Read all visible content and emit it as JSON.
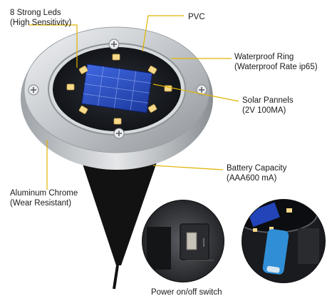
{
  "callouts": {
    "leds": {
      "line1": "8 Strong Leds",
      "line2": "(High Sensitivity)"
    },
    "pvc": {
      "line1": "PVC"
    },
    "ring": {
      "line1": "Waterproof Ring",
      "line2": "(Waterproof Rate ip65)"
    },
    "solar": {
      "line1": "Solar Pannels",
      "line2": "(2V 100MA)"
    },
    "battery": {
      "line1": "Battery Capacity",
      "line2": "(AAA600 mA)"
    },
    "chrome": {
      "line1": "Aluminum Chrome",
      "line2": "(Wear Resistant)"
    }
  },
  "caption": {
    "switch": "Power on/off switch"
  },
  "colors": {
    "leader": "#e0b400",
    "led": "#f6d98a",
    "solar": "#2b4fc4",
    "chrome": "#c9cdd2"
  }
}
